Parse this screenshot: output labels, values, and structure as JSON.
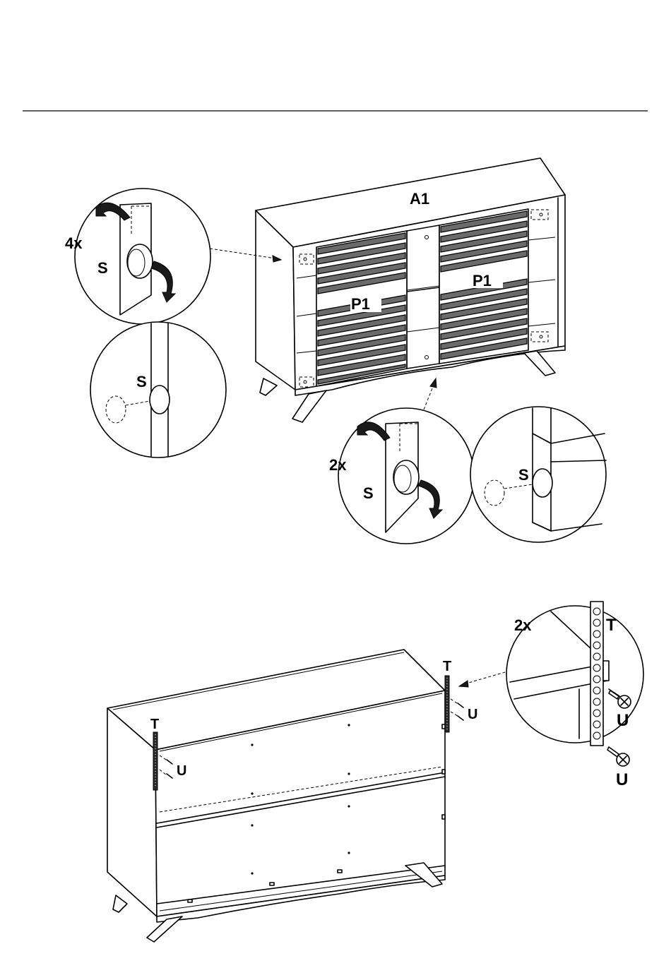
{
  "labels": {
    "cabinet": "A1",
    "door_left": "P1",
    "door_right": "P1",
    "stopper": "S",
    "rail": "T",
    "screw": "U",
    "qty_stoppers_side": "4x",
    "qty_stoppers_bottom": "2x",
    "qty_rails": "2x"
  },
  "colors": {
    "line": "#000000",
    "background": "#ffffff",
    "slat_fill": "#6a6a6a",
    "arrow_fill": "#1a1a1a"
  }
}
